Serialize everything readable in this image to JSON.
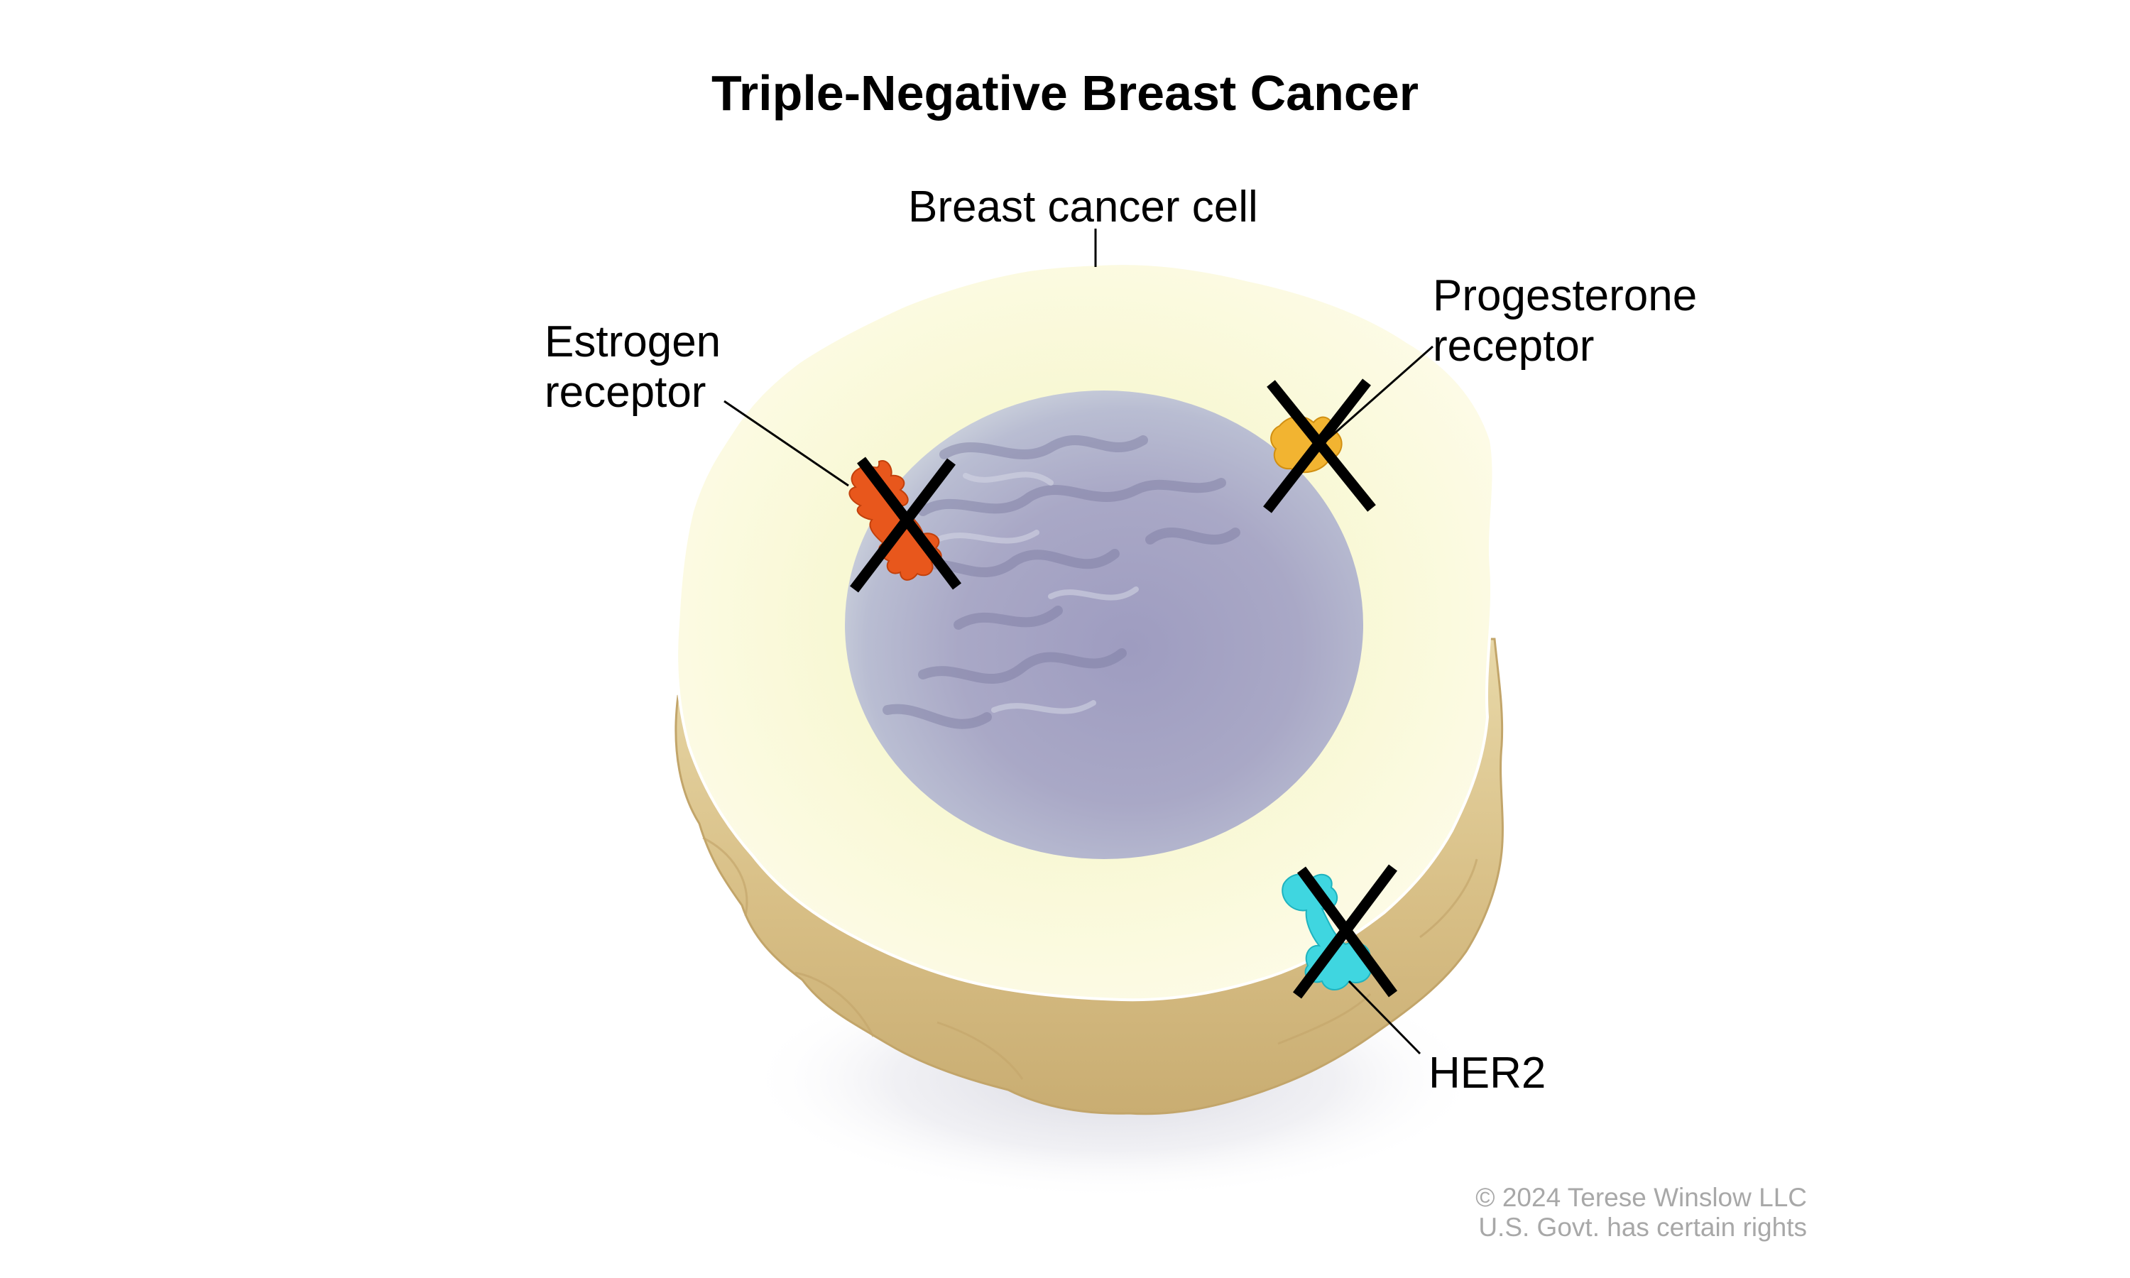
{
  "title": "Triple-Negative Breast Cancer",
  "labels": {
    "cell": "Breast cancer cell",
    "estrogen": [
      "Estrogen",
      "receptor"
    ],
    "progesterone": [
      "Progesterone",
      "receptor"
    ],
    "her2": "HER2"
  },
  "credit": [
    "© 2024 Terese Winslow LLC",
    "U.S. Govt. has certain rights"
  ],
  "colors": {
    "estrogen_receptor": "#e8571c",
    "progesterone_receptor": "#f2b431",
    "her2_receptor": "#3fd6e0",
    "cytoplasm": "#fbf8d6",
    "cell_side": "#d9c28e",
    "nucleus": "#a9a8c4",
    "x_mark": "#000000"
  },
  "receptor_status": {
    "estrogen": "absent",
    "progesterone": "absent",
    "her2": "absent"
  }
}
